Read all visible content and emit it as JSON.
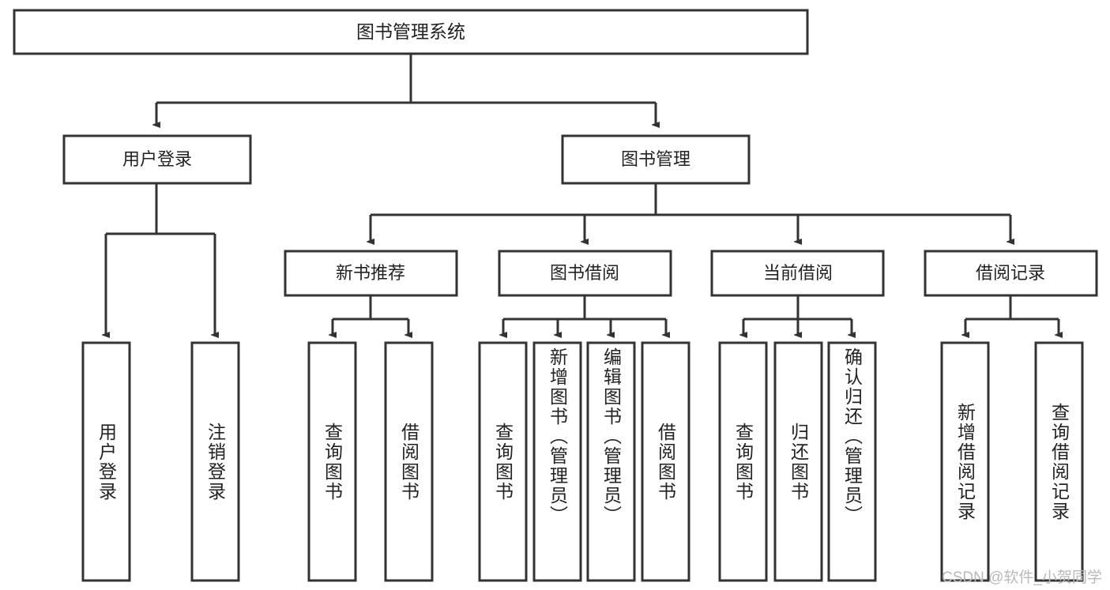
{
  "diagram": {
    "title": "图书管理系统",
    "type": "tree-hierarchy",
    "orientation": "top-down",
    "colors": {
      "box_stroke": "#333333",
      "box_fill": "#ffffff",
      "connector": "#333333",
      "text": "#222222",
      "watermark": "#b9b9b9",
      "background": "#ffffff"
    },
    "watermark": "CSDN @软件_小贺同学"
  },
  "nodes": {
    "root": {
      "label": "图书管理系统"
    },
    "level2": [
      {
        "label": "用户登录"
      },
      {
        "label": "图书管理"
      }
    ],
    "level3": [
      {
        "label": "新书推荐"
      },
      {
        "label": "图书借阅"
      },
      {
        "label": "当前借阅"
      },
      {
        "label": "借阅记录"
      }
    ],
    "leaves": [
      {
        "label": "用户登录"
      },
      {
        "label": "注销登录"
      },
      {
        "label": "查询图书"
      },
      {
        "label": "借阅图书"
      },
      {
        "label": "查询图书"
      },
      {
        "label": "新增图书（管理员）"
      },
      {
        "label": "编辑图书（管理员）"
      },
      {
        "label": "借阅图书"
      },
      {
        "label": "查询图书"
      },
      {
        "label": "归还图书"
      },
      {
        "label": "确认归还（管理员）"
      },
      {
        "label": "新增借阅记录"
      },
      {
        "label": "查询借阅记录"
      }
    ]
  },
  "tree": {
    "label": "图书管理系统",
    "children": [
      {
        "label": "用户登录",
        "children": [
          {
            "label": "用户登录"
          },
          {
            "label": "注销登录"
          }
        ]
      },
      {
        "label": "图书管理",
        "children": [
          {
            "label": "新书推荐",
            "children": [
              {
                "label": "查询图书"
              },
              {
                "label": "借阅图书"
              }
            ]
          },
          {
            "label": "图书借阅",
            "children": [
              {
                "label": "查询图书"
              },
              {
                "label": "新增图书（管理员）"
              },
              {
                "label": "编辑图书（管理员）"
              },
              {
                "label": "借阅图书"
              }
            ]
          },
          {
            "label": "当前借阅",
            "children": [
              {
                "label": "查询图书"
              },
              {
                "label": "归还图书"
              },
              {
                "label": "确认归还（管理员）"
              }
            ]
          },
          {
            "label": "借阅记录",
            "children": [
              {
                "label": "新增借阅记录"
              },
              {
                "label": "查询借阅记录"
              }
            ]
          }
        ]
      }
    ]
  }
}
